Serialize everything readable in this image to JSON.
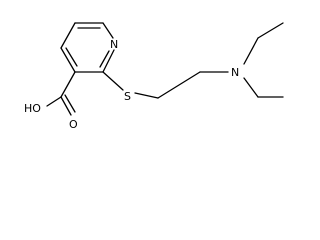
{
  "molecule": {
    "atoms": {
      "ring_nitrogen": "N",
      "sulfur": "S",
      "amine_nitrogen": "N",
      "hydroxyl": "HO",
      "carbonyl_oxygen": "O"
    },
    "colors": {
      "bond": "#000000",
      "label": "#000000",
      "background": "#ffffff"
    }
  }
}
